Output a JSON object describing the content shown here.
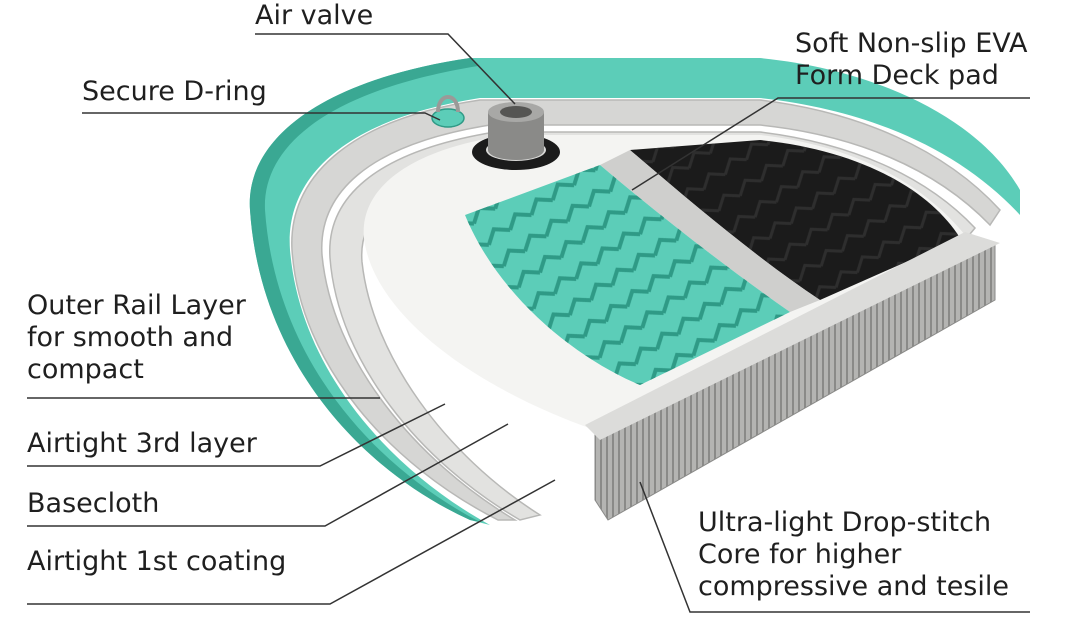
{
  "labels": {
    "air_valve": "Air valve",
    "d_ring": "Secure D-ring",
    "deck_pad": [
      "Soft Non-slip EVA",
      "Form Deck pad"
    ],
    "outer_rail": [
      "Outer Rail Layer",
      "for smooth and",
      "compact"
    ],
    "airtight_3rd": "Airtight 3rd layer",
    "basecloth": "Basecloth",
    "airtight_1st": "Airtight 1st coating",
    "drop_stitch": [
      "Ultra-light Drop-stitch",
      "Core for higher",
      "compressive and tesile"
    ]
  },
  "colors": {
    "teal": "#5ccdb8",
    "teal_dark": "#3aa893",
    "deck_white": "#f4f4f2",
    "rail_grey": "#c9c9c7",
    "core_grey": "#9e9e9c",
    "black_pad": "#1b1b1b",
    "line": "#333333"
  }
}
